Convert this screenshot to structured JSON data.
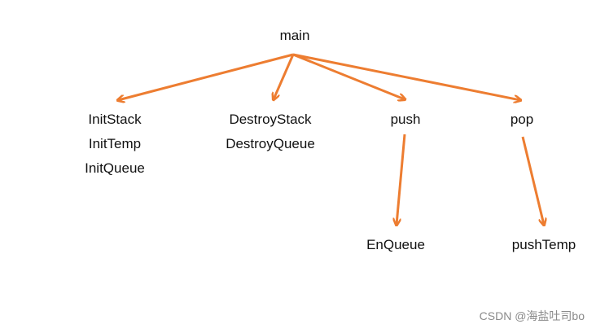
{
  "diagram": {
    "root": "main",
    "child_1": [
      "InitStack",
      "InitTemp",
      "InitQueue"
    ],
    "child_2": [
      "DestroyStack",
      "DestroyQueue"
    ],
    "child_3": "push",
    "child_4": "pop",
    "grandchild_push": "EnQueue",
    "grandchild_pop": "pushTemp",
    "arrow_color": "#ED7D31"
  },
  "watermark": "CSDN @海盐吐司bo"
}
